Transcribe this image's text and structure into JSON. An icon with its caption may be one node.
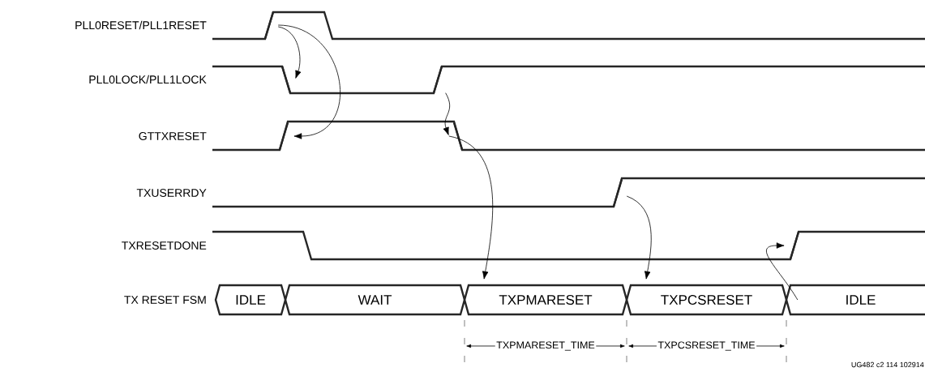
{
  "diagram": {
    "nodes": [
      {
        "text": [],
        "shape": "slope"
      },
      {
        "text": [],
        "shape": "slope"
      },
      {
        "text": [],
        "shape": "slope"
      },
      {
        "text": [],
        "shape": "slope"
      },
      {
        "text": [],
        "shape": "slope"
      },
      {
        "text": [],
        "shape": "slope"
      },
      {
        "text": [],
        "shape": "slope"
      },
      {
        "text": [
          "IDLE"
        ]
      },
      {
        "text": [
          "WAIT"
        ]
      },
      {
        "text": [
          "TXPMARESET"
        ]
      },
      {
        "text": [
          "TXPCSRESET"
        ]
      },
      {
        "text": [
          "IDLE"
        ]
      }
    ],
    "edges": [
      {
        "from": 0,
        "to": 1,
        "arrow": "to"
      },
      {
        "from": 0,
        "to": 3,
        "arrow": "to"
      },
      {
        "from": 2,
        "to": 4,
        "arrow": "to"
      },
      {
        "from": 4,
        "to": 9,
        "arrow": "to"
      },
      {
        "from": 5,
        "to": 10,
        "arrow": "to"
      },
      {
        "from": 11,
        "to": 6,
        "arrow": "to"
      }
    ],
    "labels": [
      "PLL0RESET/PLL1RESET",
      "PLL0LOCK/PLL1LOCK",
      "GTTXRESET",
      "TXUSERRDY",
      "TXRESETDONE",
      "TX RESET FSM",
      "TXPMARESET_TIME",
      "TXPCSRESET_TIME",
      "UG482 c2 114 102914"
    ]
  }
}
